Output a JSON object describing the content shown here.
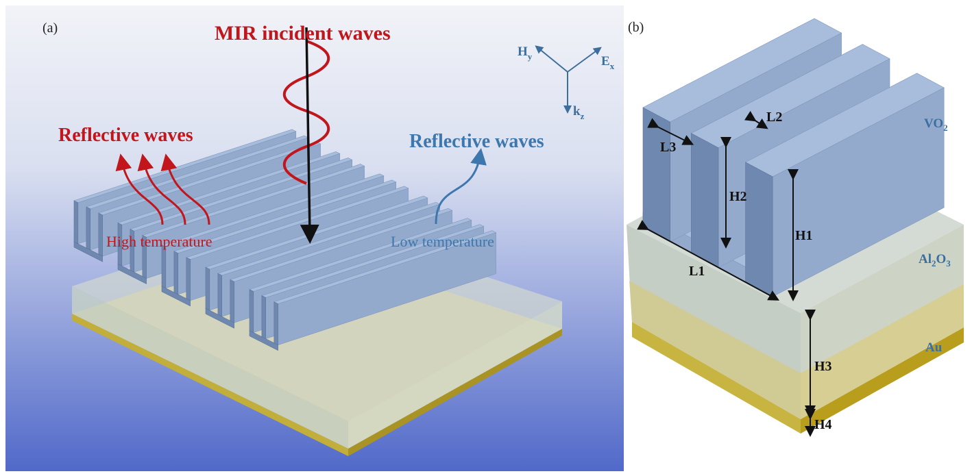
{
  "colors": {
    "panel_bg_top": "#eef0f8",
    "panel_bg_bottom": "#4f66c8",
    "fin": "#93aacd",
    "fin_side": "#6f88b0",
    "fin_top": "#a8bcdc",
    "al2o3": "#c7d2cc",
    "al2o3_side": "#b9c4bd",
    "gold": "#d8cf82",
    "gold_front": "#c8b84a",
    "gold_edge": "#b39a1c",
    "hot": "#c0161c",
    "cold": "#3e77ad",
    "arrow": "#111111"
  },
  "panel_a": {
    "tag": "(a)",
    "incident_label": "MIR incident waves",
    "reflect_hot_label": "Reflective waves",
    "reflect_cold_label": "Reflective waves",
    "high_temp_label": "High temperature",
    "low_temp_label": "Low temperature",
    "axes": {
      "h": "H",
      "h_sub": "y",
      "e": "E",
      "e_sub": "x",
      "k": "k",
      "k_sub": "z"
    }
  },
  "panel_b": {
    "tag": "(b)",
    "material_vo2": "VO",
    "material_vo2_sub": "2",
    "material_al": "Al",
    "material_al_sub1": "2",
    "material_al_o": "O",
    "material_al_sub2": "3",
    "material_au": "Au",
    "dims": {
      "l1": "L1",
      "l2": "L2",
      "l3": "L3",
      "h1": "H1",
      "h2": "H2",
      "h3": "H3",
      "h4": "H4"
    }
  }
}
